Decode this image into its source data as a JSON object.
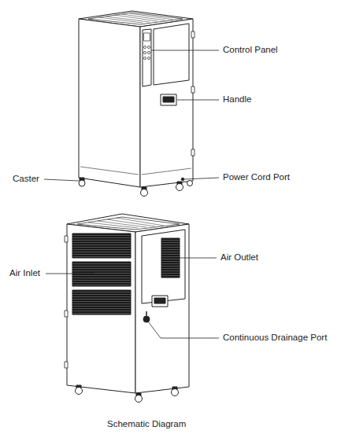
{
  "diagram": {
    "caption": "Schematic Diagram",
    "labels": [
      "Control Panel",
      "Handle",
      "Caster",
      "Power Cord Port",
      "Air Outlet",
      "Air Inlet",
      "Continuous Drainage Port"
    ]
  }
}
